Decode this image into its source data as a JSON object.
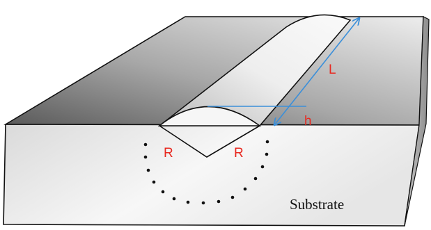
{
  "diagram": {
    "labels": {
      "length": "L",
      "height": "h",
      "radius_left": "R",
      "radius_right": "R",
      "substrate": "Substrate"
    },
    "colors": {
      "label_red": "#e8281f",
      "dimension_blue": "#3b8fd9",
      "outline": "#111111"
    }
  }
}
